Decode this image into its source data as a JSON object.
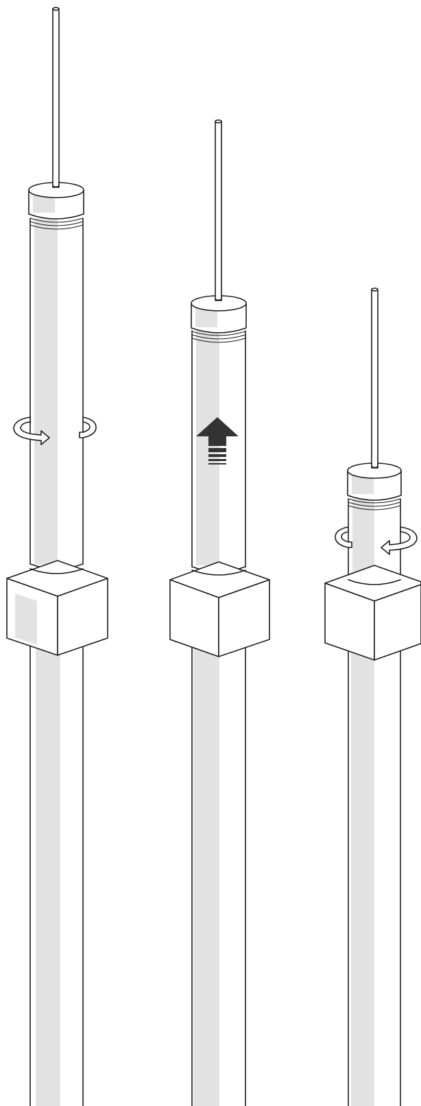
{
  "figure": {
    "panels": [
      {
        "step": "twist",
        "icon": "rotate-clockwise-icon"
      },
      {
        "step": "pull-up",
        "icon": "up-arrow-icon"
      },
      {
        "step": "twist-back",
        "icon": "rotate-counterclockwise-icon"
      }
    ],
    "colors": {
      "line": "#1a1a1a",
      "shading": "#e2e2e2",
      "arrow_fill": "#333333",
      "background": "#ffffff"
    }
  }
}
